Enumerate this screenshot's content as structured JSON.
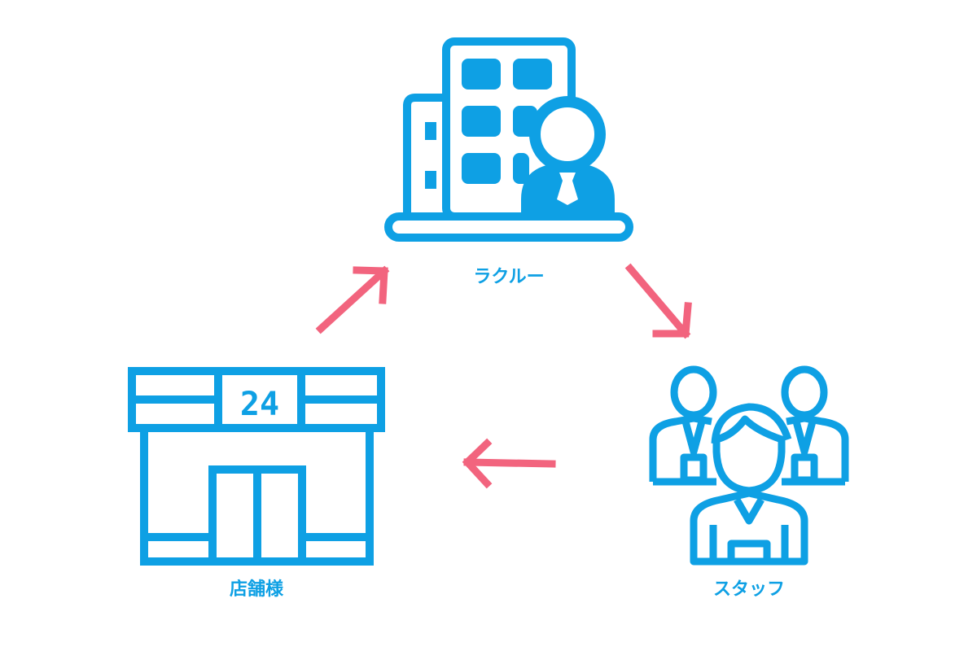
{
  "nodes": {
    "agency": {
      "label": "ラクルー",
      "icon": "office-building-person-icon"
    },
    "staff": {
      "label": "スタッフ",
      "icon": "staff-group-icon"
    },
    "store": {
      "label": "店舗様",
      "icon": "convenience-store-icon",
      "sign_text": "24"
    }
  },
  "colors": {
    "icon": "#0ea0e4",
    "arrow": "#f2647e"
  }
}
